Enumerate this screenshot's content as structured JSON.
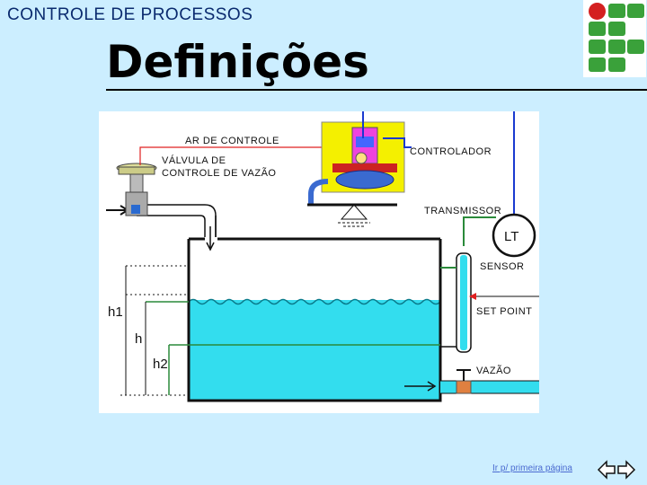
{
  "header": {
    "title": "CONTROLE DE PROCESSOS"
  },
  "slide": {
    "title": "Definições"
  },
  "diagram": {
    "labels": {
      "ar_controle": "AR DE CONTROLE",
      "valvula_1": "VÁLVULA DE",
      "valvula_2": "CONTROLE DE VAZÃO",
      "controlador": "CONTROLADOR",
      "transmissor": "TRANSMISSOR",
      "lt": "LT",
      "sensor": "SENSOR",
      "set_point": "SET POINT",
      "vazao": "VAZÃO",
      "h1": "h1",
      "h": "h",
      "h2": "h2"
    }
  },
  "footer": {
    "link_label": "Ir p/ primeira página"
  },
  "colors": {
    "background": "#cceeff",
    "water": "#33ddee",
    "pipe_green": "#2a8a3a",
    "signal_blue": "#1a3ad0",
    "controller_magenta": "#ee44dd",
    "controller_yellow": "#f4f000"
  }
}
